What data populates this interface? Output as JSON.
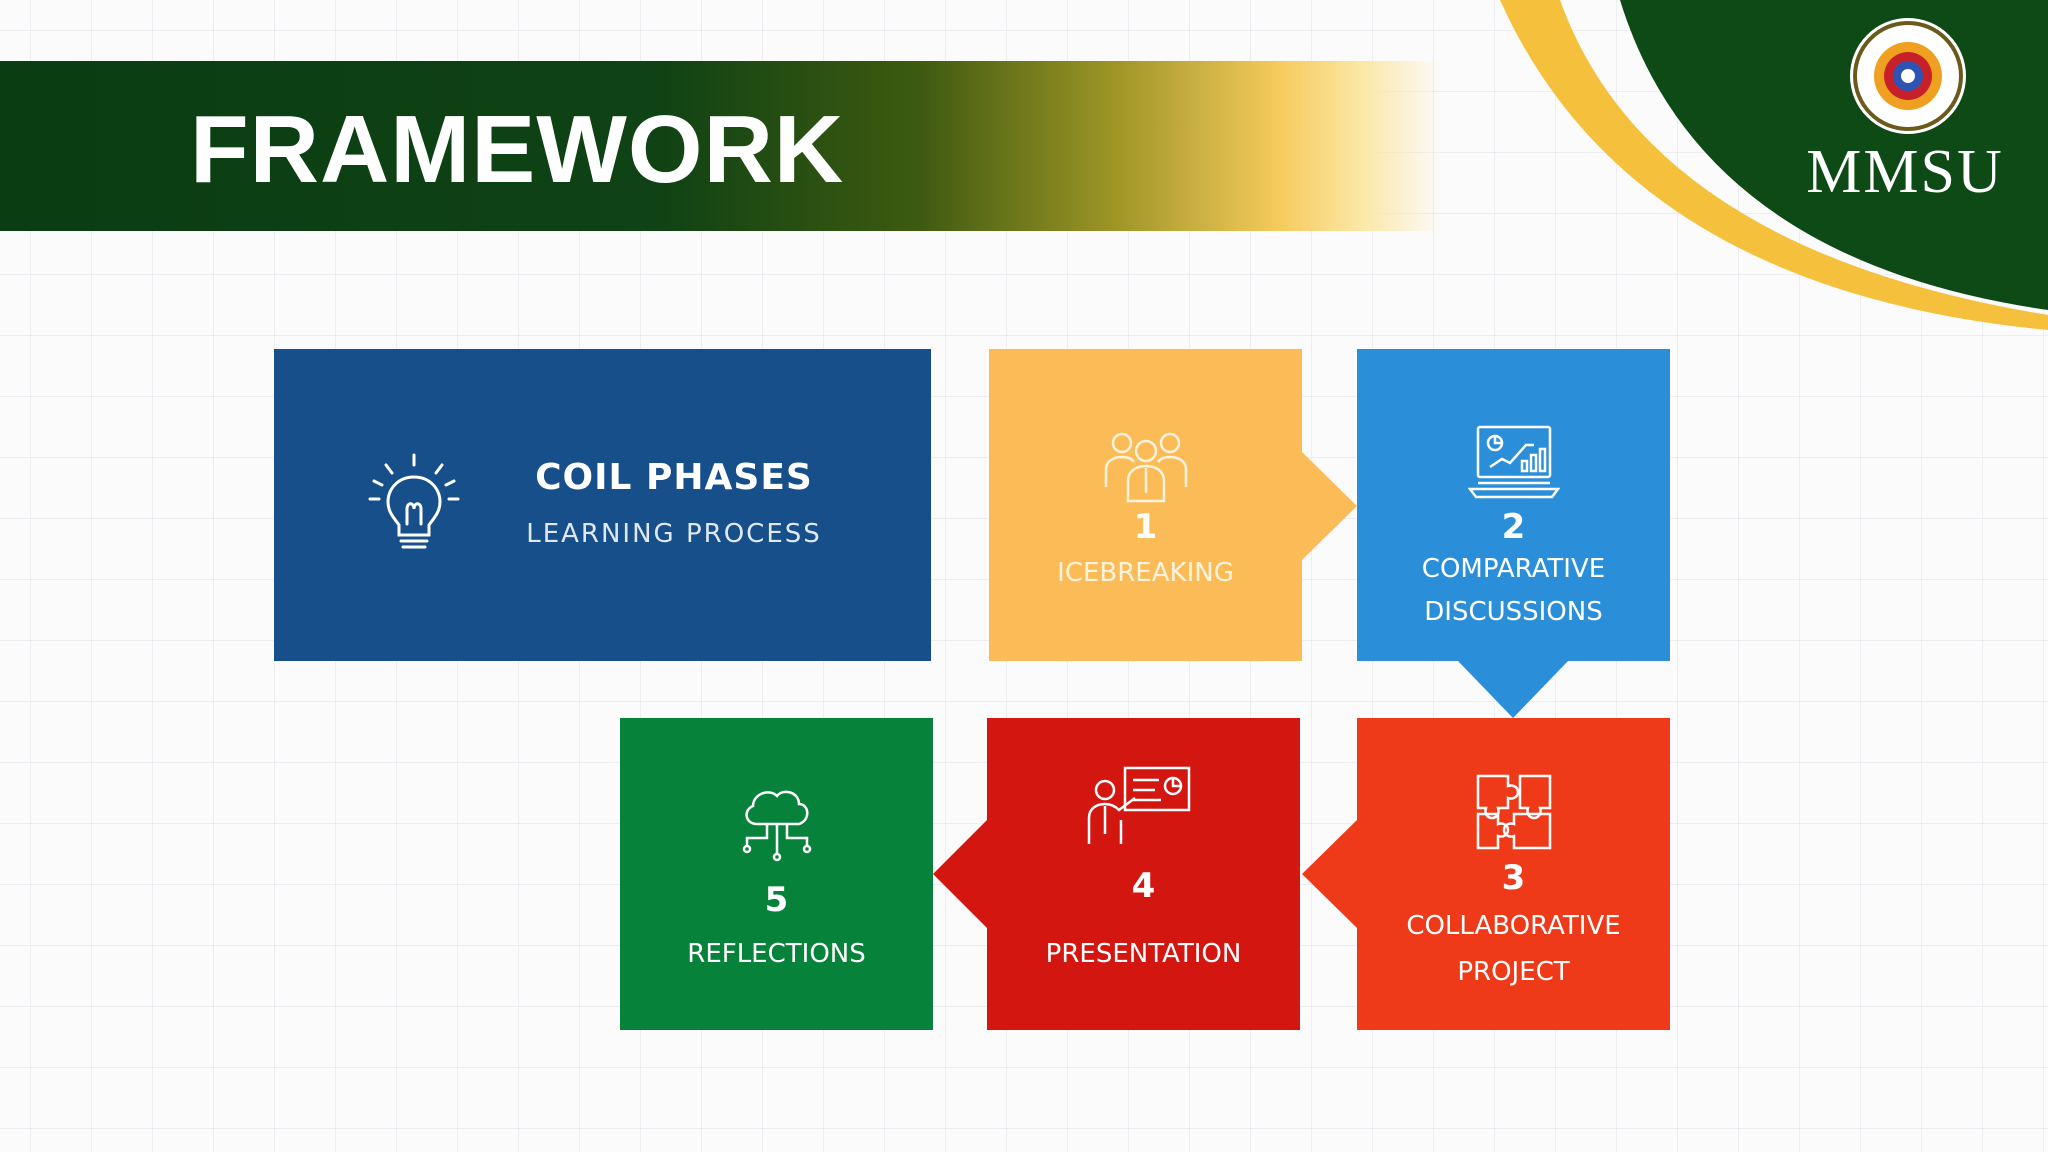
{
  "slide": {
    "title": "FRAMEWORK",
    "logo_text": "MMSU",
    "seal_label": "Mariano Marcos State University seal",
    "colors": {
      "banner_green": "#0f4214",
      "gold": "#f5c13d",
      "intro_blue": "#164f8a"
    }
  },
  "diagram": {
    "intro": {
      "heading": "COIL PHASES",
      "subheading": "LEARNING PROCESS",
      "icon": "lightbulb-icon"
    },
    "phases": [
      {
        "number": "1",
        "label_lines": [
          "ICEBREAKING"
        ],
        "icon": "group-people-icon",
        "color": "#fbbc58"
      },
      {
        "number": "2",
        "label_lines": [
          "COMPARATIVE",
          "DISCUSSIONS"
        ],
        "icon": "laptop-analytics-icon",
        "color": "#2a8fd8"
      },
      {
        "number": "3",
        "label_lines": [
          "COLLABORATIVE",
          "PROJECT"
        ],
        "icon": "puzzle-icon",
        "color": "#ee3a18"
      },
      {
        "number": "4",
        "label_lines": [
          "PRESENTATION"
        ],
        "icon": "presenter-board-icon",
        "color": "#d41610"
      },
      {
        "number": "5",
        "label_lines": [
          "REFLECTIONS"
        ],
        "icon": "cloud-network-icon",
        "color": "#07823a"
      }
    ]
  }
}
